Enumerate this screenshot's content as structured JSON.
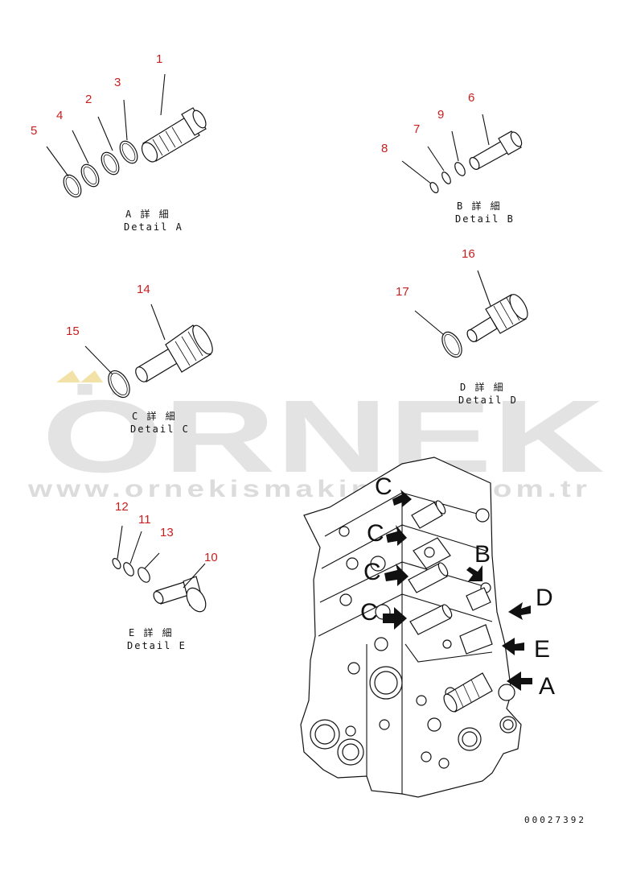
{
  "watermark": {
    "brand": "ÖRNEK",
    "url": "www.ornekismakinalari.com.tr"
  },
  "callouts": [
    {
      "id": "n1",
      "label": "1"
    },
    {
      "id": "n2",
      "label": "2"
    },
    {
      "id": "n3",
      "label": "3"
    },
    {
      "id": "n4",
      "label": "4"
    },
    {
      "id": "n5",
      "label": "5"
    },
    {
      "id": "n6",
      "label": "6"
    },
    {
      "id": "n7",
      "label": "7"
    },
    {
      "id": "n8",
      "label": "8"
    },
    {
      "id": "n9",
      "label": "9"
    },
    {
      "id": "n10",
      "label": "10"
    },
    {
      "id": "n11",
      "label": "11"
    },
    {
      "id": "n12",
      "label": "12"
    },
    {
      "id": "n13",
      "label": "13"
    },
    {
      "id": "n14",
      "label": "14"
    },
    {
      "id": "n15",
      "label": "15"
    },
    {
      "id": "n16",
      "label": "16"
    },
    {
      "id": "n17",
      "label": "17"
    }
  ],
  "details": {
    "a": {
      "jp": "A 詳 細",
      "en": "Detail A"
    },
    "b": {
      "jp": "B 詳 細",
      "en": "Detail B"
    },
    "c": {
      "jp": "C 詳 細",
      "en": "Detail C"
    },
    "d": {
      "jp": "D 詳 細",
      "en": "Detail D"
    },
    "e": {
      "jp": "E 詳 細",
      "en": "Detail E"
    }
  },
  "view_letters": {
    "c1": "C",
    "c2": "C",
    "c3": "C",
    "c4": "C",
    "b": "B",
    "d": "D",
    "e": "E",
    "a": "A"
  },
  "drawing_code": "00027392",
  "colors": {
    "callout": "#c81e1e",
    "watermark": "#e3e3e3",
    "watermark_accent": "#f3e2a8",
    "line": "#111111"
  }
}
